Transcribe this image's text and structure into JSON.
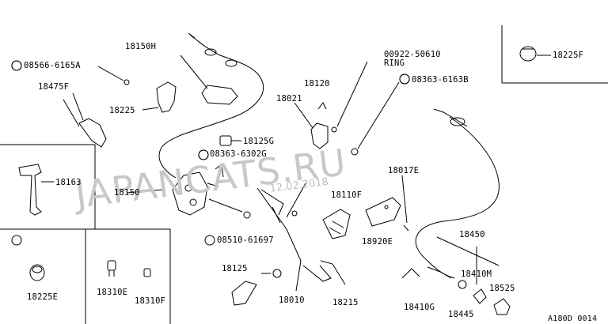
{
  "watermark": "JAPANCATS.RU",
  "date_stamp": "12.02.2018",
  "diagram_code": "A180D 0014",
  "labels": {
    "p18150H": "18150H",
    "p08566": "08566-6165A",
    "p18475F": "18475F",
    "p18225": "18225",
    "p18163": "18163",
    "p18150": "18150",
    "p18125G": "18125G",
    "p08363_6302G": "08363-6302G",
    "p18225E": "18225E",
    "p18310E": "18310E",
    "p18310F": "18310F",
    "p08510": "08510-61697",
    "p18125": "18125",
    "p18010": "18010",
    "p18215": "18215",
    "p18110F": "18110F",
    "p18021": "18021",
    "p18120": "18120",
    "p00922": "00922-50610",
    "p_ring": "RING",
    "p08363_6163B": "08363-6163B",
    "p18017E": "18017E",
    "p18920E": "18920E",
    "p18450": "18450",
    "p18410M": "18410M",
    "p18525": "18525",
    "p18410G": "18410G",
    "p18445": "18445",
    "p18225F": "18225F"
  }
}
